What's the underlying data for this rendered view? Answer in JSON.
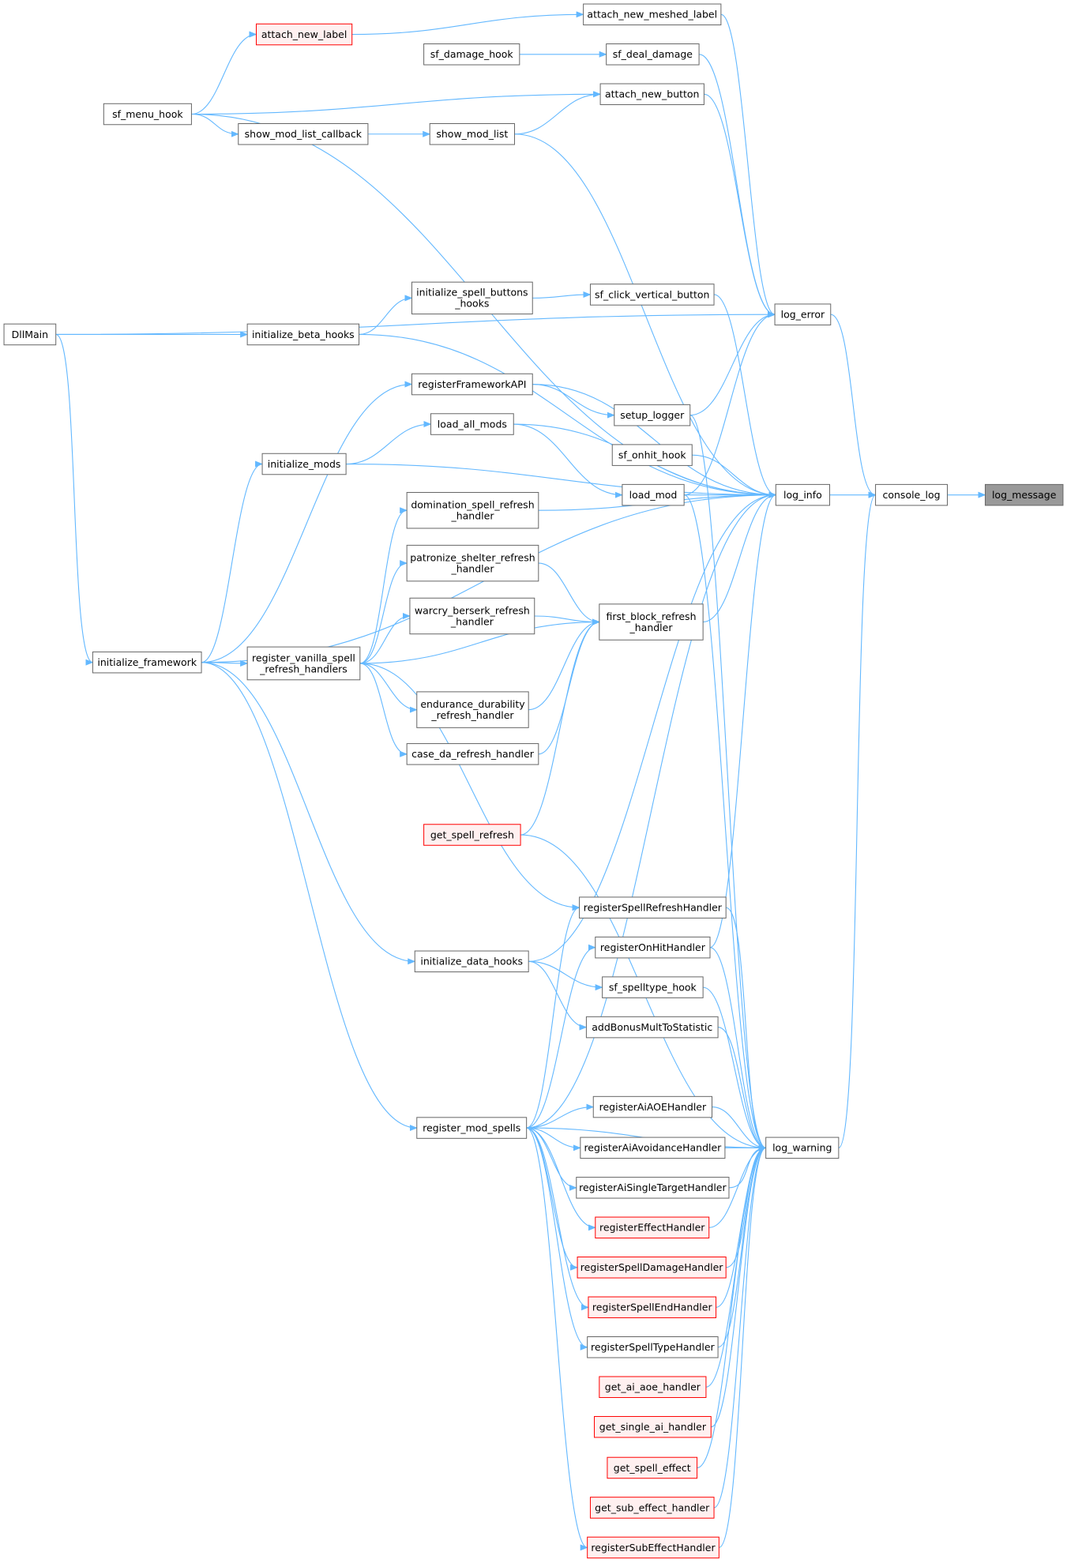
{
  "colors": {
    "edge": "#63b8ff",
    "node_fill": "#ffffff",
    "node_border": "#666666",
    "highlight_fill": "#999999",
    "highlight_border": "#666666",
    "truncated_fill": "#fff0f0",
    "truncated_border": "#ff0000"
  },
  "nodes": [
    {
      "id": "log_message",
      "label": "log_message",
      "style": "focus"
    },
    {
      "id": "console_log",
      "label": "console_log",
      "style": "normal"
    },
    {
      "id": "log_info",
      "label": "log_info",
      "style": "normal"
    },
    {
      "id": "log_error",
      "label": "log_error",
      "style": "normal"
    },
    {
      "id": "log_warning",
      "label": "log_warning",
      "style": "normal"
    },
    {
      "id": "attach_new_meshed_label",
      "label": "attach_new_meshed_label",
      "style": "normal"
    },
    {
      "id": "attach_new_label",
      "label": "attach_new_label",
      "style": "truncated"
    },
    {
      "id": "sf_damage_hook",
      "label": "sf_damage_hook",
      "style": "normal"
    },
    {
      "id": "sf_deal_damage",
      "label": "sf_deal_damage",
      "style": "normal"
    },
    {
      "id": "attach_new_button",
      "label": "attach_new_button",
      "style": "normal"
    },
    {
      "id": "sf_menu_hook",
      "label": "sf_menu_hook",
      "style": "normal"
    },
    {
      "id": "show_mod_list_callback",
      "label": "show_mod_list_callback",
      "style": "normal"
    },
    {
      "id": "show_mod_list",
      "label": "show_mod_list",
      "style": "normal"
    },
    {
      "id": "initialize_spell_buttons_hooks",
      "label": "initialize_spell_buttons\n_hooks",
      "style": "normal"
    },
    {
      "id": "sf_click_vertical_button",
      "label": "sf_click_vertical_button",
      "style": "normal"
    },
    {
      "id": "DllMain",
      "label": "DllMain",
      "style": "normal"
    },
    {
      "id": "initialize_beta_hooks",
      "label": "initialize_beta_hooks",
      "style": "normal"
    },
    {
      "id": "registerFrameworkAPI",
      "label": "registerFrameworkAPI",
      "style": "normal"
    },
    {
      "id": "setup_logger",
      "label": "setup_logger",
      "style": "normal"
    },
    {
      "id": "load_all_mods",
      "label": "load_all_mods",
      "style": "normal"
    },
    {
      "id": "sf_onhit_hook",
      "label": "sf_onhit_hook",
      "style": "normal"
    },
    {
      "id": "initialize_mods",
      "label": "initialize_mods",
      "style": "normal"
    },
    {
      "id": "load_mod",
      "label": "load_mod",
      "style": "normal"
    },
    {
      "id": "domination_spell_refresh_handler",
      "label": "domination_spell_refresh\n_handler",
      "style": "normal"
    },
    {
      "id": "patronize_shelter_refresh_handler",
      "label": "patronize_shelter_refresh\n_handler",
      "style": "normal"
    },
    {
      "id": "first_block_refresh_handler",
      "label": "first_block_refresh\n_handler",
      "style": "normal"
    },
    {
      "id": "warcry_berserk_refresh_handler",
      "label": "warcry_berserk_refresh\n_handler",
      "style": "normal"
    },
    {
      "id": "initialize_framework",
      "label": "initialize_framework",
      "style": "normal"
    },
    {
      "id": "register_vanilla_spell_refresh_handlers",
      "label": "register_vanilla_spell\n_refresh_handlers",
      "style": "normal"
    },
    {
      "id": "endurance_durability_refresh_handler",
      "label": "endurance_durability\n_refresh_handler",
      "style": "normal"
    },
    {
      "id": "case_da_refresh_handler",
      "label": "case_da_refresh_handler",
      "style": "normal"
    },
    {
      "id": "get_spell_refresh",
      "label": "get_spell_refresh",
      "style": "truncated"
    },
    {
      "id": "registerSpellRefreshHandler",
      "label": "registerSpellRefreshHandler",
      "style": "normal"
    },
    {
      "id": "registerOnHitHandler",
      "label": "registerOnHitHandler",
      "style": "normal"
    },
    {
      "id": "initialize_data_hooks",
      "label": "initialize_data_hooks",
      "style": "normal"
    },
    {
      "id": "sf_spelltype_hook",
      "label": "sf_spelltype_hook",
      "style": "normal"
    },
    {
      "id": "addBonusMultToStatistic",
      "label": "addBonusMultToStatistic",
      "style": "normal"
    },
    {
      "id": "registerAiAOEHandler",
      "label": "registerAiAOEHandler",
      "style": "normal"
    },
    {
      "id": "register_mod_spells",
      "label": "register_mod_spells",
      "style": "normal"
    },
    {
      "id": "registerAiAvoidanceHandler",
      "label": "registerAiAvoidanceHandler",
      "style": "normal"
    },
    {
      "id": "registerAiSingleTargetHandler",
      "label": "registerAiSingleTargetHandler",
      "style": "normal"
    },
    {
      "id": "registerEffectHandler",
      "label": "registerEffectHandler",
      "style": "truncated"
    },
    {
      "id": "registerSpellDamageHandler",
      "label": "registerSpellDamageHandler",
      "style": "truncated"
    },
    {
      "id": "registerSpellEndHandler",
      "label": "registerSpellEndHandler",
      "style": "truncated"
    },
    {
      "id": "registerSpellTypeHandler",
      "label": "registerSpellTypeHandler",
      "style": "normal"
    },
    {
      "id": "get_ai_aoe_handler",
      "label": "get_ai_aoe_handler",
      "style": "truncated"
    },
    {
      "id": "get_single_ai_handler",
      "label": "get_single_ai_handler",
      "style": "truncated"
    },
    {
      "id": "get_spell_effect",
      "label": "get_spell_effect",
      "style": "truncated"
    },
    {
      "id": "get_sub_effect_handler",
      "label": "get_sub_effect_handler",
      "style": "truncated"
    },
    {
      "id": "registerSubEffectHandler",
      "label": "registerSubEffectHandler",
      "style": "truncated"
    }
  ],
  "edges": [
    [
      "console_log",
      "log_message"
    ],
    [
      "log_info",
      "console_log"
    ],
    [
      "log_error",
      "console_log"
    ],
    [
      "log_warning",
      "console_log"
    ],
    [
      "attach_new_meshed_label",
      "log_error"
    ],
    [
      "attach_new_label",
      "attach_new_meshed_label"
    ],
    [
      "sf_menu_hook",
      "attach_new_label"
    ],
    [
      "sf_deal_damage",
      "log_error"
    ],
    [
      "sf_damage_hook",
      "sf_deal_damage"
    ],
    [
      "attach_new_button",
      "log_error"
    ],
    [
      "sf_menu_hook",
      "attach_new_button"
    ],
    [
      "show_mod_list",
      "attach_new_button"
    ],
    [
      "sf_menu_hook",
      "show_mod_list_callback"
    ],
    [
      "show_mod_list_callback",
      "show_mod_list"
    ],
    [
      "show_mod_list",
      "log_info"
    ],
    [
      "sf_menu_hook",
      "log_info"
    ],
    [
      "DllMain",
      "log_error"
    ],
    [
      "DllMain",
      "initialize_beta_hooks"
    ],
    [
      "DllMain",
      "initialize_framework"
    ],
    [
      "initialize_beta_hooks",
      "initialize_spell_buttons_hooks"
    ],
    [
      "initialize_beta_hooks",
      "log_info"
    ],
    [
      "initialize_spell_buttons_hooks",
      "sf_click_vertical_button"
    ],
    [
      "sf_click_vertical_button",
      "log_info"
    ],
    [
      "load_all_mods",
      "log_info"
    ],
    [
      "setup_logger",
      "log_error"
    ],
    [
      "setup_logger",
      "log_warning"
    ],
    [
      "registerFrameworkAPI",
      "setup_logger"
    ],
    [
      "registerFrameworkAPI",
      "log_info"
    ],
    [
      "initialize_framework",
      "registerFrameworkAPI"
    ],
    [
      "initialize_framework",
      "initialize_mods"
    ],
    [
      "initialize_mods",
      "load_all_mods"
    ],
    [
      "initialize_mods",
      "log_info"
    ],
    [
      "load_all_mods",
      "load_mod"
    ],
    [
      "load_mod",
      "log_error"
    ],
    [
      "load_mod",
      "log_info"
    ],
    [
      "load_mod",
      "log_warning"
    ],
    [
      "sf_onhit_hook",
      "log_info"
    ],
    [
      "initialize_framework",
      "register_vanilla_spell_refresh_handlers"
    ],
    [
      "initialize_framework",
      "log_info"
    ],
    [
      "initialize_framework",
      "initialize_data_hooks"
    ],
    [
      "initialize_framework",
      "register_mod_spells"
    ],
    [
      "register_vanilla_spell_refresh_handlers",
      "domination_spell_refresh_handler"
    ],
    [
      "register_vanilla_spell_refresh_handlers",
      "patronize_shelter_refresh_handler"
    ],
    [
      "register_vanilla_spell_refresh_handlers",
      "warcry_berserk_refresh_handler"
    ],
    [
      "register_vanilla_spell_refresh_handlers",
      "endurance_durability_refresh_handler"
    ],
    [
      "register_vanilla_spell_refresh_handlers",
      "case_da_refresh_handler"
    ],
    [
      "register_vanilla_spell_refresh_handlers",
      "first_block_refresh_handler"
    ],
    [
      "register_vanilla_spell_refresh_handlers",
      "registerSpellRefreshHandler"
    ],
    [
      "domination_spell_refresh_handler",
      "log_info"
    ],
    [
      "patronize_shelter_refresh_handler",
      "first_block_refresh_handler"
    ],
    [
      "warcry_berserk_refresh_handler",
      "first_block_refresh_handler"
    ],
    [
      "endurance_durability_refresh_handler",
      "first_block_refresh_handler"
    ],
    [
      "case_da_refresh_handler",
      "first_block_refresh_handler"
    ],
    [
      "first_block_refresh_handler",
      "log_info"
    ],
    [
      "get_spell_refresh",
      "first_block_refresh_handler"
    ],
    [
      "get_spell_refresh",
      "log_warning"
    ],
    [
      "registerSpellRefreshHandler",
      "log_warning"
    ],
    [
      "registerOnHitHandler",
      "log_info"
    ],
    [
      "registerOnHitHandler",
      "log_warning"
    ],
    [
      "initialize_data_hooks",
      "sf_spelltype_hook"
    ],
    [
      "initialize_data_hooks",
      "addBonusMultToStatistic"
    ],
    [
      "initialize_data_hooks",
      "log_info"
    ],
    [
      "sf_spelltype_hook",
      "log_warning"
    ],
    [
      "addBonusMultToStatistic",
      "log_warning"
    ],
    [
      "register_mod_spells",
      "registerSpellRefreshHandler"
    ],
    [
      "register_mod_spells",
      "registerOnHitHandler"
    ],
    [
      "register_mod_spells",
      "registerAiAOEHandler"
    ],
    [
      "register_mod_spells",
      "registerAiAvoidanceHandler"
    ],
    [
      "register_mod_spells",
      "registerAiSingleTargetHandler"
    ],
    [
      "register_mod_spells",
      "registerEffectHandler"
    ],
    [
      "register_mod_spells",
      "registerSpellDamageHandler"
    ],
    [
      "register_mod_spells",
      "registerSpellEndHandler"
    ],
    [
      "register_mod_spells",
      "registerSpellTypeHandler"
    ],
    [
      "register_mod_spells",
      "registerSubEffectHandler"
    ],
    [
      "register_mod_spells",
      "log_info"
    ],
    [
      "register_mod_spells",
      "log_warning"
    ],
    [
      "registerAiAOEHandler",
      "log_warning"
    ],
    [
      "registerAiAvoidanceHandler",
      "log_warning"
    ],
    [
      "registerAiSingleTargetHandler",
      "log_warning"
    ],
    [
      "registerEffectHandler",
      "log_warning"
    ],
    [
      "registerSpellDamageHandler",
      "log_warning"
    ],
    [
      "registerSpellEndHandler",
      "log_warning"
    ],
    [
      "registerSpellTypeHandler",
      "log_warning"
    ],
    [
      "get_ai_aoe_handler",
      "log_warning"
    ],
    [
      "get_single_ai_handler",
      "log_warning"
    ],
    [
      "get_spell_effect",
      "log_warning"
    ],
    [
      "get_sub_effect_handler",
      "log_warning"
    ],
    [
      "registerSubEffectHandler",
      "log_warning"
    ]
  ]
}
